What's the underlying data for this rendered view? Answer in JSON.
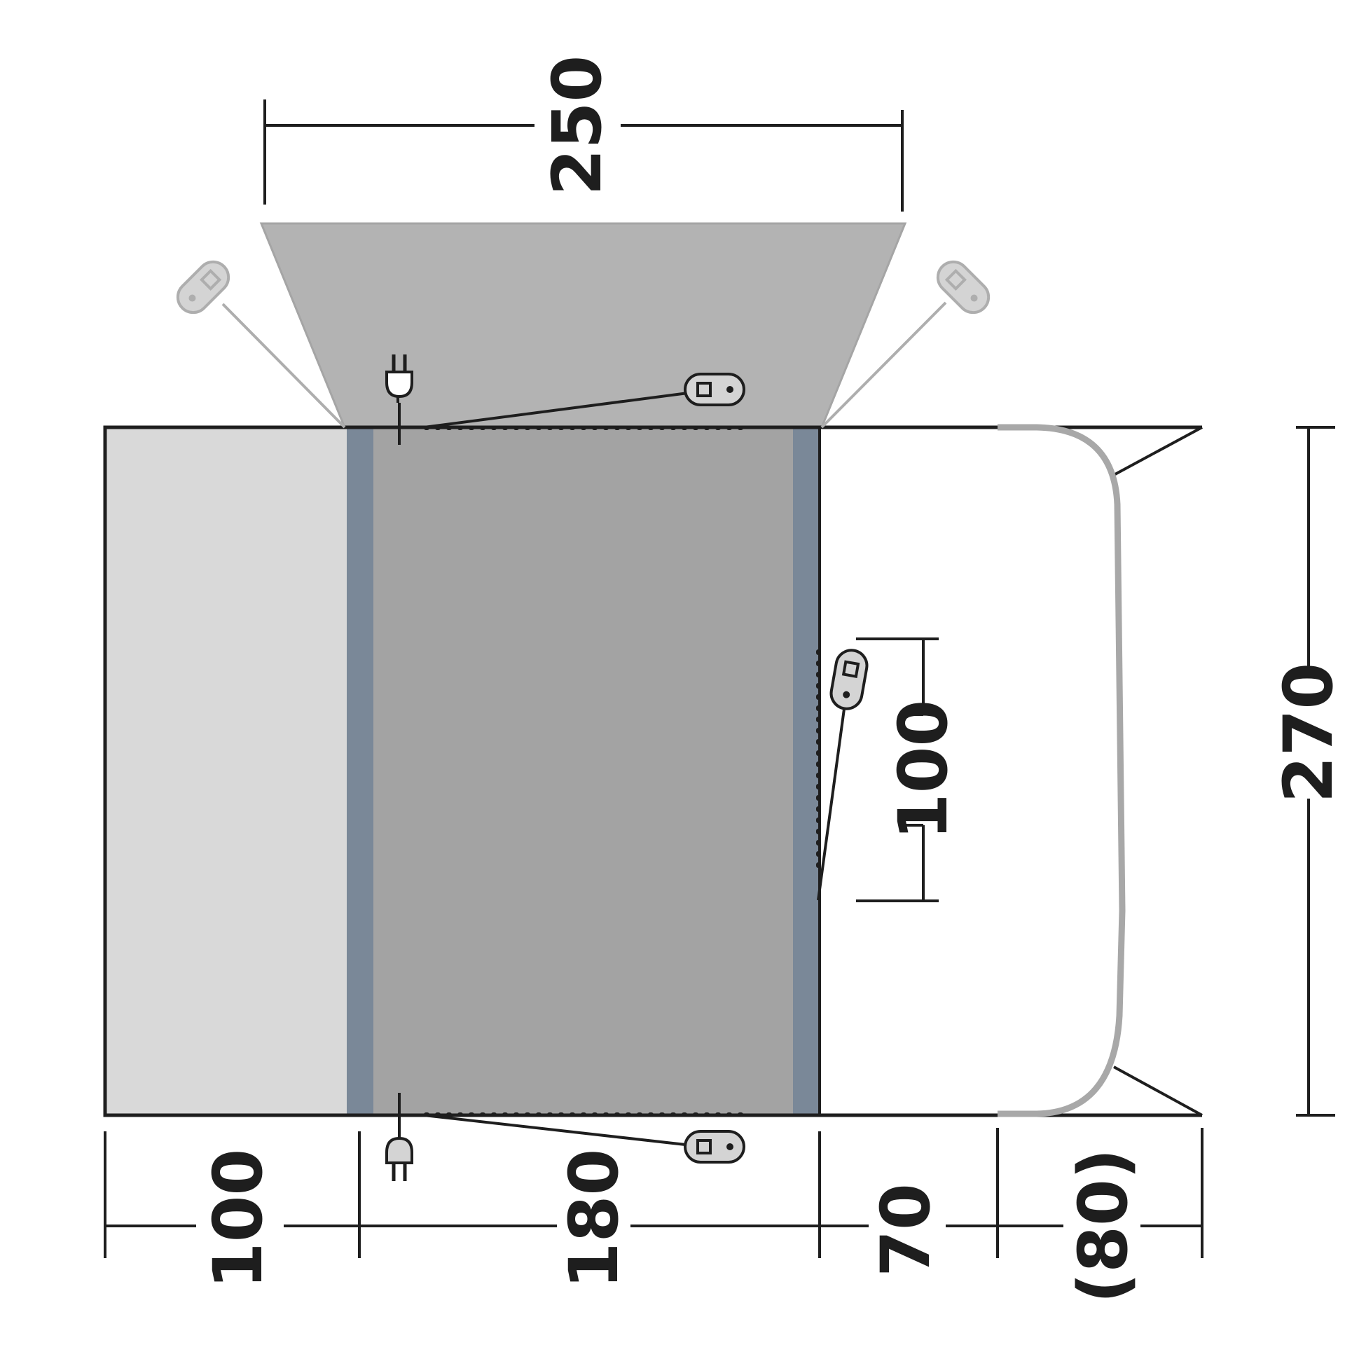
{
  "dimensions": {
    "canopy_width": "250",
    "depth": "270",
    "door_width": "100",
    "bottom_segments": [
      "100",
      "180",
      "70",
      "(80)"
    ]
  },
  "colors": {
    "outline": "#1e1e1e",
    "canopy_fill": "#b3b3b3",
    "living_fill": "#a3a3a3",
    "left_fill": "#d9d9d9",
    "frame_blue": "#7a8898",
    "vehicle_line": "#a8a8a8",
    "guy_line_gray": "#aeaeae",
    "peg_fill": "#d4d4d4"
  },
  "icons": [
    "plug-icon",
    "guy-peg-icon"
  ]
}
